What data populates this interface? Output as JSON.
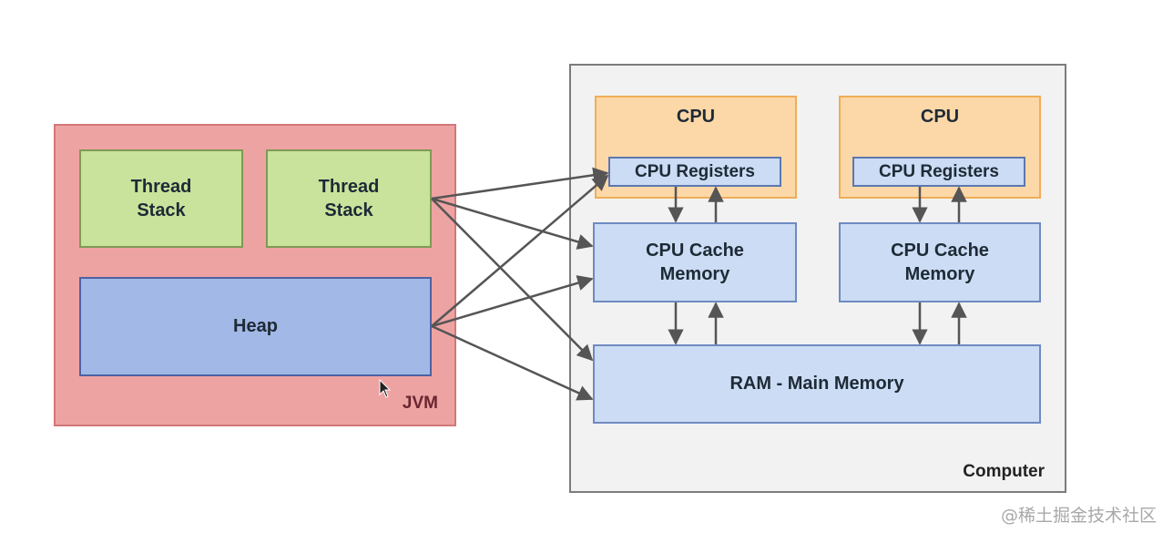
{
  "jvm": {
    "label": "JVM",
    "thread_stacks": [
      "Thread\nStack",
      "Thread\nStack"
    ],
    "heap": "Heap"
  },
  "computer": {
    "label": "Computer",
    "cpus": [
      {
        "title": "CPU",
        "registers": "CPU Registers",
        "cache": "CPU Cache\nMemory"
      },
      {
        "title": "CPU",
        "registers": "CPU Registers",
        "cache": "CPU Cache\nMemory"
      }
    ],
    "ram": "RAM - Main Memory"
  },
  "connections": [
    {
      "from": "thread-stack-2",
      "to": "cpu-registers-1"
    },
    {
      "from": "thread-stack-2",
      "to": "cpu-cache-1"
    },
    {
      "from": "thread-stack-2",
      "to": "ram"
    },
    {
      "from": "heap",
      "to": "cpu-registers-1"
    },
    {
      "from": "heap",
      "to": "cpu-cache-1"
    },
    {
      "from": "heap",
      "to": "ram"
    }
  ],
  "watermark": "@稀土掘金技术社区",
  "colors": {
    "jvm_fill": "#eea3a3",
    "thread_fill": "#c9e39c",
    "heap_fill": "#a2b8e6",
    "cpu_fill": "#fcd8a8",
    "memory_fill": "#cbdcf4",
    "computer_fill": "#f2f2f2",
    "arrow": "#555555"
  }
}
